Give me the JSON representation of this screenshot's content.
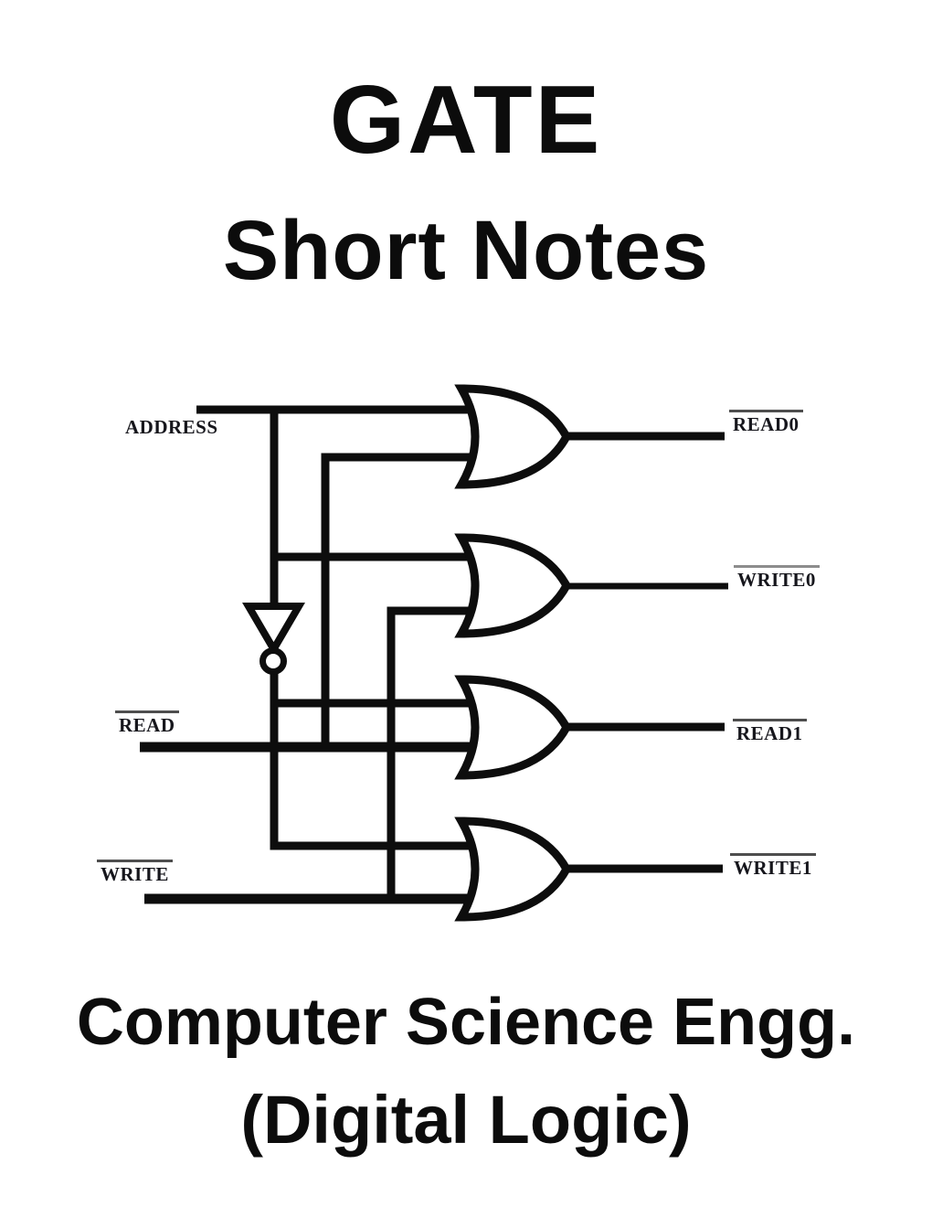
{
  "header": {
    "title": "GATE",
    "subtitle": "Short Notes"
  },
  "circuit": {
    "inputs": [
      {
        "label": "ADDRESS",
        "overline": false
      },
      {
        "label": "READ",
        "overline": true
      },
      {
        "label": "WRITE",
        "overline": true
      }
    ],
    "outputs": [
      {
        "label": "READ0",
        "overline": true
      },
      {
        "label": "WRITE0",
        "overline": true
      },
      {
        "label": "READ1",
        "overline": true
      },
      {
        "label": "WRITE1",
        "overline": true
      }
    ],
    "gates": [
      {
        "type": "OR",
        "output": "READ0"
      },
      {
        "type": "OR",
        "output": "WRITE0"
      },
      {
        "type": "OR",
        "output": "READ1"
      },
      {
        "type": "OR",
        "output": "WRITE1"
      },
      {
        "type": "NOT",
        "input": "ADDRESS"
      }
    ],
    "line_color": "#0d0d0d"
  },
  "footer": {
    "line1": "Computer Science Engg.",
    "line2": "(Digital Logic)"
  }
}
